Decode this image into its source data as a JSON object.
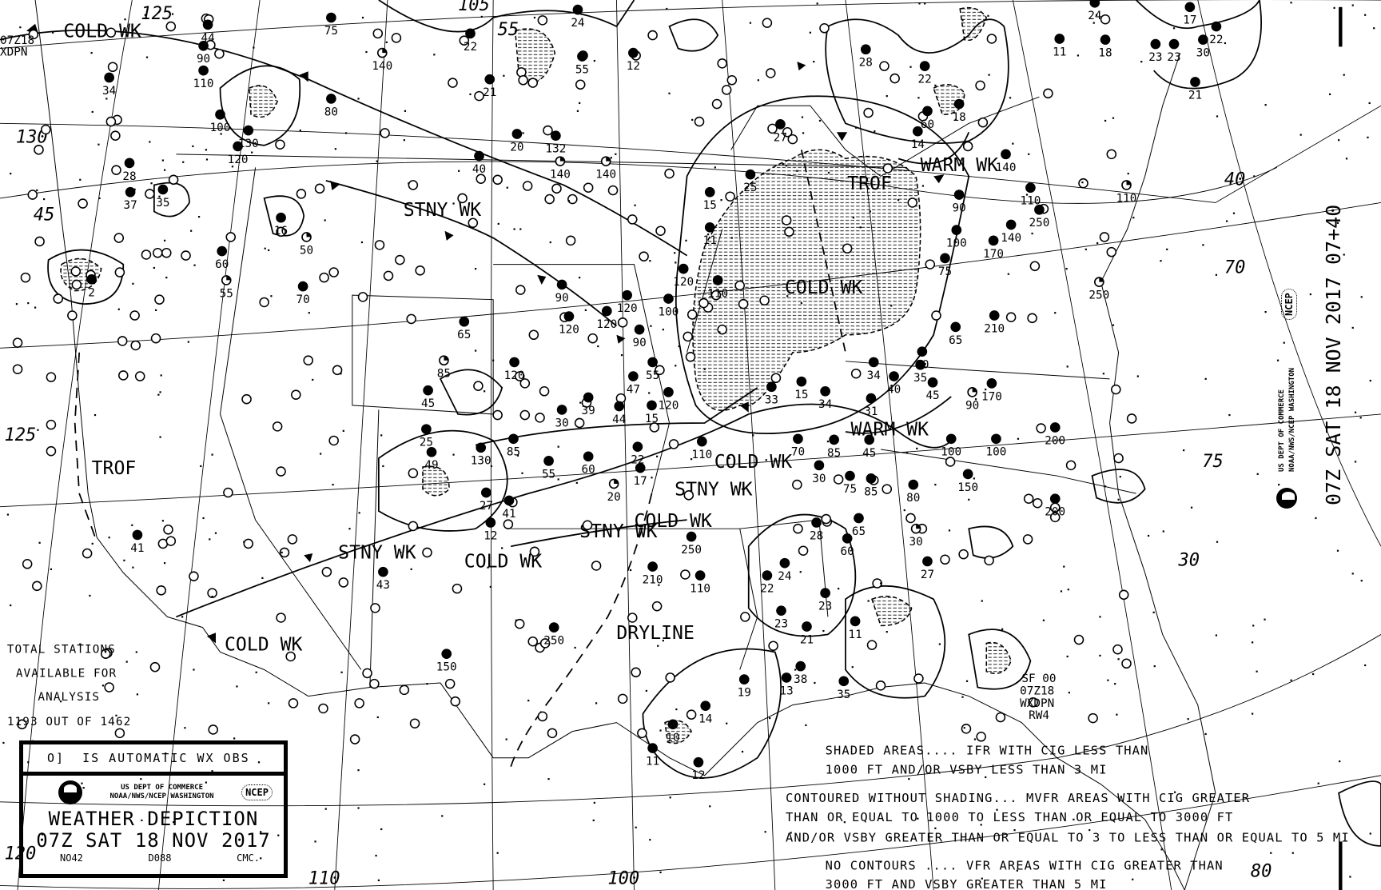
{
  "title_block": {
    "legend_auto": "IS AUTOMATIC WX OBS",
    "legend_auto_symbol": "O]",
    "dept_line1": "US DEPT OF COMMERCE",
    "dept_line2": "NOAA/NWS/NCEP WASHINGTON",
    "ncep_logo": "NCEP",
    "chart_title": "WEATHER DEPICTION",
    "valid_time": "07Z SAT  18 NOV 2017",
    "code_left": "NO42",
    "code_mid": "D088",
    "code_right": "CMC."
  },
  "stations_summary": {
    "line1": "TOTAL STATIONS",
    "line2": "AVAILABLE FOR",
    "line3": "ANALYSIS",
    "line4": "1193 OUT OF 1462"
  },
  "side_header": {
    "valid_time": "07Z SAT  18 NOV 2017 07+40",
    "dept_line1": "US DEPT OF COMMERCE",
    "dept_line2": "NOAA/NWS/NCEP WASHINGTON",
    "ncep_logo": "NCEP"
  },
  "legend_notes": {
    "shaded_1": "SHADED AREAS.... IFR WITH CIG LESS THAN",
    "shaded_2": "1000 FT AND/OR VSBY LESS THAN 3 MI",
    "contoured_1": "CONTOURED WITHOUT SHADING... MVFR AREAS WITH CIG GREATER",
    "contoured_2": "THAN OR EQUAL TO 1000 TO LESS THAN OR EQUAL TO 3000 FT",
    "contoured_3": "AND/OR VSBY GREATER THAN OR EQUAL TO 3 TO LESS THAN OR EQUAL TO 5 MI",
    "none_1": "NO CONTOURS .... VFR AREAS WITH CIG GREATER THAN",
    "none_2": "3000 FT AND VSBY GREATER THAN 5 MI"
  },
  "product_ids": {
    "sf_block": [
      "SF 00",
      "07Z18",
      "WXDPN",
      "RW4"
    ],
    "top_left_block": [
      "07Z18",
      "XDPN"
    ]
  },
  "features": [
    {
      "type": "cold-weak",
      "label": "COLD WK"
    },
    {
      "type": "stationary-weak",
      "label": "STNY WK"
    },
    {
      "type": "trough",
      "label": "TROF"
    },
    {
      "type": "stationary-weak",
      "label": "STNY WK"
    },
    {
      "type": "cold-weak",
      "label": "COLD WK"
    },
    {
      "type": "cold-weak",
      "label": "COLD WK"
    },
    {
      "type": "stationary-weak",
      "label": "STNY WK"
    },
    {
      "type": "cold-weak",
      "label": "COLD WK"
    },
    {
      "type": "stationary-weak",
      "label": "STNY WK"
    },
    {
      "type": "cold-weak",
      "label": "COLD WK"
    },
    {
      "type": "dryline",
      "label": "DRYLINE"
    },
    {
      "type": "cold-weak",
      "label": "COLD WK"
    },
    {
      "type": "trough",
      "label": "TROF"
    },
    {
      "type": "warm-weak",
      "label": "WARM WK"
    },
    {
      "type": "warm-weak",
      "label": "WARM WK"
    }
  ],
  "graticule_labels": [
    "125",
    "130",
    "45",
    "125",
    "120",
    "110",
    "100",
    "40",
    "70",
    "75",
    "30",
    "80",
    "105",
    "55"
  ],
  "stations": [
    {
      "ceiling": "44",
      "cover": "ovc"
    },
    {
      "ceiling": "90",
      "cover": "ovc"
    },
    {
      "ceiling": "110",
      "cover": "ovc"
    },
    {
      "ceiling": "34",
      "cover": "ovc"
    },
    {
      "ceiling": "140",
      "cover": "bkn"
    },
    {
      "ceiling": "21",
      "cover": "ovc"
    },
    {
      "ceiling": "55",
      "cover": "ovc"
    },
    {
      "ceiling": "12",
      "cover": "ovc"
    },
    {
      "ceiling": "80",
      "cover": "ovc"
    },
    {
      "ceiling": "100",
      "cover": "ovc"
    },
    {
      "ceiling": "130",
      "cover": "ovc"
    },
    {
      "ceiling": "120",
      "cover": "ovc"
    },
    {
      "ceiling": "28",
      "cover": "ovc"
    },
    {
      "ceiling": "37",
      "cover": "ovc"
    },
    {
      "ceiling": "35",
      "cover": "ovc"
    },
    {
      "ceiling": "16",
      "cover": "ovc"
    },
    {
      "ceiling": "50",
      "cover": "bkn"
    },
    {
      "ceiling": "60",
      "cover": "ovc"
    },
    {
      "ceiling": "55",
      "cover": "bkn"
    },
    {
      "ceiling": "70",
      "cover": "ovc"
    },
    {
      "ceiling": "65",
      "cover": "ovc"
    },
    {
      "ceiling": "85",
      "cover": "bkn"
    },
    {
      "ceiling": "45",
      "cover": "ovc"
    },
    {
      "ceiling": "120",
      "cover": "ovc"
    },
    {
      "ceiling": "90",
      "cover": "ovc"
    },
    {
      "ceiling": "120",
      "cover": "ovc"
    },
    {
      "ceiling": "140",
      "cover": "bkn"
    },
    {
      "ceiling": "140",
      "cover": "bkn"
    },
    {
      "ceiling": "27",
      "cover": "ovc"
    },
    {
      "ceiling": "25",
      "cover": "ovc"
    },
    {
      "ceiling": "15",
      "cover": "ovc"
    },
    {
      "ceiling": "11",
      "cover": "ovc"
    },
    {
      "ceiling": "120",
      "cover": "ovc"
    },
    {
      "ceiling": "110",
      "cover": "ovc"
    },
    {
      "ceiling": "100",
      "cover": "ovc"
    },
    {
      "ceiling": "120",
      "cover": "ovc"
    },
    {
      "ceiling": "120",
      "cover": "ovc"
    },
    {
      "ceiling": "90",
      "cover": "ovc"
    },
    {
      "ceiling": "47",
      "cover": "ovc"
    },
    {
      "ceiling": "55",
      "cover": "ovc"
    },
    {
      "ceiling": "15",
      "cover": "ovc"
    },
    {
      "ceiling": "120",
      "cover": "ovc"
    },
    {
      "ceiling": "110",
      "cover": "ovc"
    },
    {
      "ceiling": "22",
      "cover": "ovc"
    },
    {
      "ceiling": "17",
      "cover": "ovc"
    },
    {
      "ceiling": "60",
      "cover": "ovc"
    },
    {
      "ceiling": "20",
      "cover": "bkn"
    },
    {
      "ceiling": "85",
      "cover": "ovc"
    },
    {
      "ceiling": "130",
      "cover": "ovc"
    },
    {
      "ceiling": "49",
      "cover": "ovc"
    },
    {
      "ceiling": "25",
      "cover": "ovc"
    },
    {
      "ceiling": "27",
      "cover": "ovc"
    },
    {
      "ceiling": "41",
      "cover": "ovc"
    },
    {
      "ceiling": "12",
      "cover": "ovc"
    },
    {
      "ceiling": "41",
      "cover": "ovc"
    },
    {
      "ceiling": "43",
      "cover": "ovc"
    },
    {
      "ceiling": "250",
      "cover": "ovc"
    },
    {
      "ceiling": "150",
      "cover": "ovc"
    },
    {
      "ceiling": "210",
      "cover": "ovc"
    },
    {
      "ceiling": "110",
      "cover": "ovc"
    },
    {
      "ceiling": "250",
      "cover": "ovc"
    },
    {
      "ceiling": "22",
      "cover": "ovc"
    },
    {
      "ceiling": "24",
      "cover": "ovc"
    },
    {
      "ceiling": "28",
      "cover": "ovc"
    },
    {
      "ceiling": "60",
      "cover": "ovc"
    },
    {
      "ceiling": "65",
      "cover": "ovc"
    },
    {
      "ceiling": "30",
      "cover": "bkn"
    },
    {
      "ceiling": "27",
      "cover": "ovc"
    },
    {
      "ceiling": "23",
      "cover": "ovc"
    },
    {
      "ceiling": "23",
      "cover": "ovc"
    },
    {
      "ceiling": "21",
      "cover": "ovc"
    },
    {
      "ceiling": "11",
      "cover": "ovc"
    },
    {
      "ceiling": "38",
      "cover": "ovc"
    },
    {
      "ceiling": "13",
      "cover": "ovc"
    },
    {
      "ceiling": "19",
      "cover": "ovc"
    },
    {
      "ceiling": "14",
      "cover": "ovc"
    },
    {
      "ceiling": "10",
      "cover": "ovc"
    },
    {
      "ceiling": "11",
      "cover": "ovc"
    },
    {
      "ceiling": "12",
      "cover": "ovc"
    },
    {
      "ceiling": "35",
      "cover": "ovc"
    },
    {
      "ceiling": "75",
      "cover": "ovc"
    },
    {
      "ceiling": "85",
      "cover": "ovc"
    },
    {
      "ceiling": "80",
      "cover": "ovc"
    },
    {
      "ceiling": "150",
      "cover": "ovc"
    },
    {
      "ceiling": "100",
      "cover": "ovc"
    },
    {
      "ceiling": "100",
      "cover": "ovc"
    },
    {
      "ceiling": "200",
      "cover": "ovc"
    },
    {
      "ceiling": "200",
      "cover": "ovc"
    },
    {
      "ceiling": "170",
      "cover": "ovc"
    },
    {
      "ceiling": "90",
      "cover": "bkn"
    },
    {
      "ceiling": "210",
      "cover": "ovc"
    },
    {
      "ceiling": "250",
      "cover": "bkn"
    },
    {
      "ceiling": "110",
      "cover": "bkn"
    },
    {
      "ceiling": "250",
      "cover": "ovc"
    },
    {
      "ceiling": "110",
      "cover": "ovc"
    },
    {
      "ceiling": "140",
      "cover": "ovc"
    },
    {
      "ceiling": "170",
      "cover": "ovc"
    },
    {
      "ceiling": "100",
      "cover": "ovc"
    },
    {
      "ceiling": "75",
      "cover": "ovc"
    },
    {
      "ceiling": "90",
      "cover": "ovc"
    },
    {
      "ceiling": "140",
      "cover": "ovc"
    },
    {
      "ceiling": "40",
      "cover": "ovc"
    },
    {
      "ceiling": "34",
      "cover": "ovc"
    },
    {
      "ceiling": "31",
      "cover": "ovc"
    },
    {
      "ceiling": "35",
      "cover": "ovc"
    },
    {
      "ceiling": "45",
      "cover": "ovc"
    },
    {
      "ceiling": "34",
      "cover": "ovc"
    },
    {
      "ceiling": "33",
      "cover": "ovc"
    },
    {
      "ceiling": "15",
      "cover": "ovc"
    },
    {
      "ceiling": "30",
      "cover": "ovc"
    },
    {
      "ceiling": "70",
      "cover": "ovc"
    },
    {
      "ceiling": "85",
      "cover": "ovc"
    },
    {
      "ceiling": "45",
      "cover": "ovc"
    },
    {
      "ceiling": "28",
      "cover": "ovc"
    },
    {
      "ceiling": "22",
      "cover": "ovc"
    },
    {
      "ceiling": "60",
      "cover": "ovc"
    },
    {
      "ceiling": "18",
      "cover": "ovc"
    },
    {
      "ceiling": "14",
      "cover": "ovc"
    },
    {
      "ceiling": "11",
      "cover": "ovc"
    },
    {
      "ceiling": "18",
      "cover": "ovc"
    },
    {
      "ceiling": "23",
      "cover": "ovc"
    },
    {
      "ceiling": "23",
      "cover": "ovc"
    },
    {
      "ceiling": "30",
      "cover": "ovc"
    },
    {
      "ceiling": "22",
      "cover": "ovc"
    },
    {
      "ceiling": "17",
      "cover": "ovc"
    },
    {
      "ceiling": "21",
      "cover": "ovc"
    },
    {
      "ceiling": "24",
      "cover": "ovc"
    },
    {
      "ceiling": "75",
      "cover": "ovc"
    },
    {
      "ceiling": "22",
      "cover": "ovc"
    },
    {
      "ceiling": "24",
      "cover": "ovc"
    },
    {
      "ceiling": "20",
      "cover": "ovc"
    },
    {
      "ceiling": "40",
      "cover": "ovc"
    },
    {
      "ceiling": "132",
      "cover": "ovc"
    },
    {
      "ceiling": "2",
      "cover": "ovc"
    },
    {
      "ceiling": "60",
      "cover": "ovc"
    },
    {
      "ceiling": "65",
      "cover": "ovc"
    },
    {
      "ceiling": "30",
      "cover": "ovc"
    },
    {
      "ceiling": "44",
      "cover": "ovc"
    },
    {
      "ceiling": "39",
      "cover": "ovc"
    },
    {
      "ceiling": "55",
      "cover": "ovc"
    }
  ]
}
